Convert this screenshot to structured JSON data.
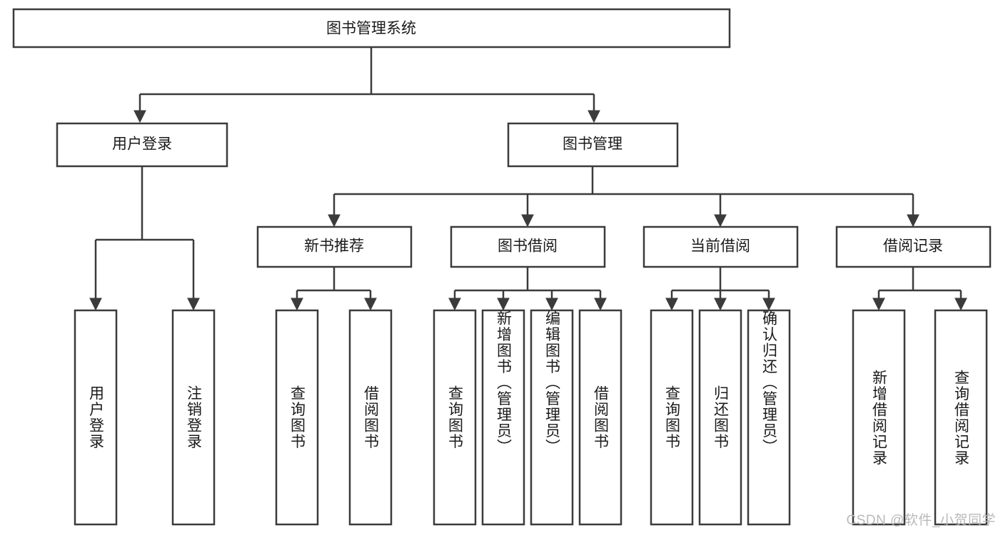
{
  "diagram": {
    "title": "图书管理系统",
    "type": "tree",
    "orientation": "top-down",
    "colors": {
      "stroke": "#3b3b3b",
      "box_fill": "#ffffff",
      "text": "#1a1a1a",
      "background": "#ffffff",
      "watermark": "#b9b9b9"
    },
    "root": {
      "label": "图书管理系统"
    },
    "level2": [
      {
        "label": "用户登录"
      },
      {
        "label": "图书管理"
      }
    ],
    "level3": [
      {
        "label": "新书推荐"
      },
      {
        "label": "图书借阅"
      },
      {
        "label": "当前借阅"
      },
      {
        "label": "借阅记录"
      }
    ],
    "leaves": {
      "user_login": [
        {
          "label": "用户登录"
        },
        {
          "label": "注销登录"
        }
      ],
      "new_book": [
        {
          "label": "查询图书"
        },
        {
          "label": "借阅图书"
        }
      ],
      "book_borrow": [
        {
          "label": "查询图书"
        },
        {
          "label": "新增图书（管理员）"
        },
        {
          "label": "编辑图书（管理员）"
        },
        {
          "label": "借阅图书"
        }
      ],
      "current_borrow": [
        {
          "label": "查询图书"
        },
        {
          "label": "归还图书"
        },
        {
          "label": "确认归还（管理员）"
        }
      ],
      "borrow_record": [
        {
          "label": "新增借阅记录"
        },
        {
          "label": "查询借阅记录"
        }
      ]
    }
  },
  "watermark": {
    "text": "CSDN @软件_小贺同学"
  }
}
